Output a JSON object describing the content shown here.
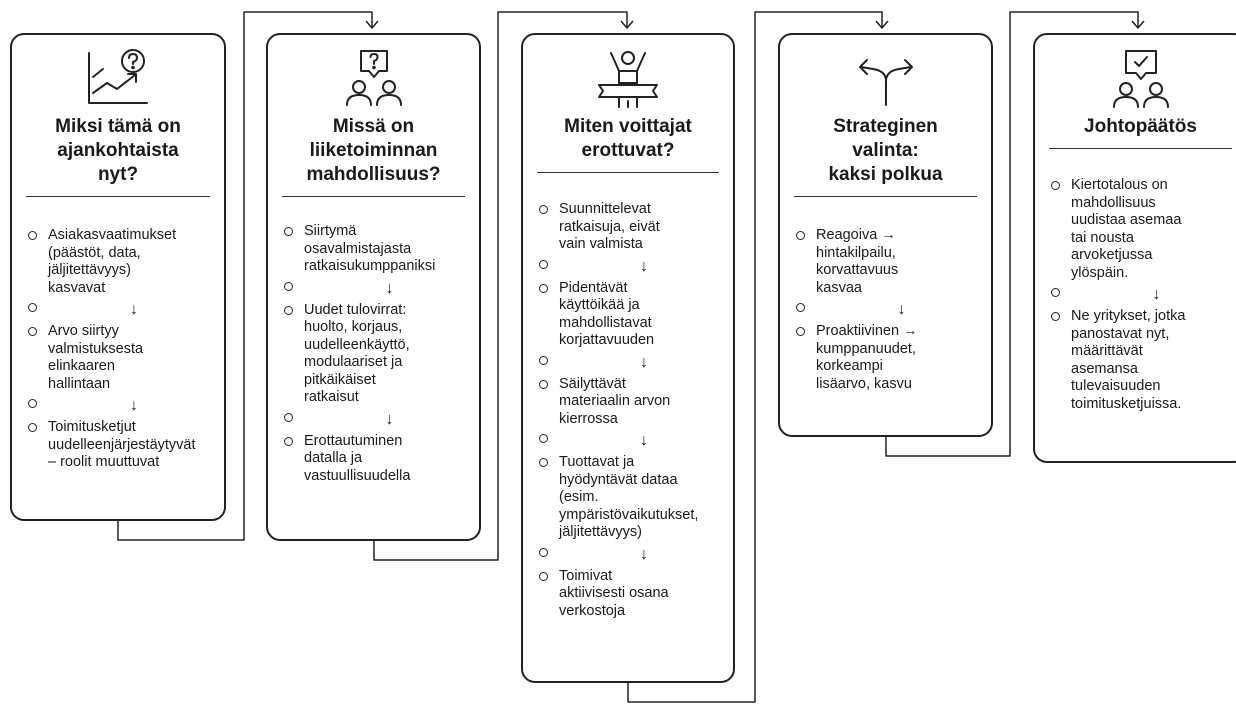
{
  "colors": {
    "stroke": "#222222",
    "background": "#ffffff"
  },
  "down_arrow": "↓",
  "cards": [
    {
      "icon": "chart-question-icon",
      "title": "Miksi tämä on\najankohtaista\nnyt?",
      "items": [
        "Asiakasvaatimukset\n(päästöt, data,\njäljitettävyys)\nkasvavat",
        "Arvo siirtyy\nvalmistuksesta\nelinkaaren\nhallintaan",
        "Toimitusketjut\nuudelleenjärjestäytyvät\n– roolit muuttuvat"
      ]
    },
    {
      "icon": "people-question-icon",
      "title": "Missä on\nliiketoiminnan\nmahdollisuus?",
      "items": [
        "Siirtymä\nosavalmistajasta\nratkaisukumppaniksi",
        "Uudet tulovirrat:\nhuolto, korjaus,\nuudelleenkäyttö,\nmodulaariset ja\npitkäikäiset\nratkaisut",
        "Erottautuminen\ndatalla ja\nvastuullisuudella"
      ]
    },
    {
      "icon": "winner-podium-icon",
      "title": "Miten voittajat\nerottuvat?",
      "items": [
        "Suunnittelevat\nratkaisuja, eivät\nvain valmista",
        "Pidentävät\nkäyttöikää ja\nmahdollistavat\nkorjattavuuden",
        "Säilyttävät\nmateriaalin arvon\nkierrossa",
        "Tuottavat ja\nhyödyntävät dataa\n(esim.\nympäristövaikutukset,\njäljitettävyys)",
        "Toimivat\naktiivisesti osana\nverkostoja"
      ]
    },
    {
      "icon": "split-path-icon",
      "title": "Strateginen\nvalinta:\nkaksi polkua",
      "items": [
        "Reagoiva →\nhintakilpailu,\nkorvattavuus\nkasvaa",
        "Proaktiivinen →\nkumppanuudet,\nkorkeampi\nlisäarvo, kasvu"
      ]
    },
    {
      "icon": "people-check-icon",
      "title": "Johtopäätös",
      "items": [
        "Kiertotalous on\nmahdollisuus\nuudistaa asemaa\ntai nousta\narvoketjussa\nylöspäin.",
        "Ne yritykset, jotka\npanostavat nyt,\nmäärittävät\nasemansa\ntulevaisuuden\ntoimitusketjuissa."
      ]
    }
  ]
}
